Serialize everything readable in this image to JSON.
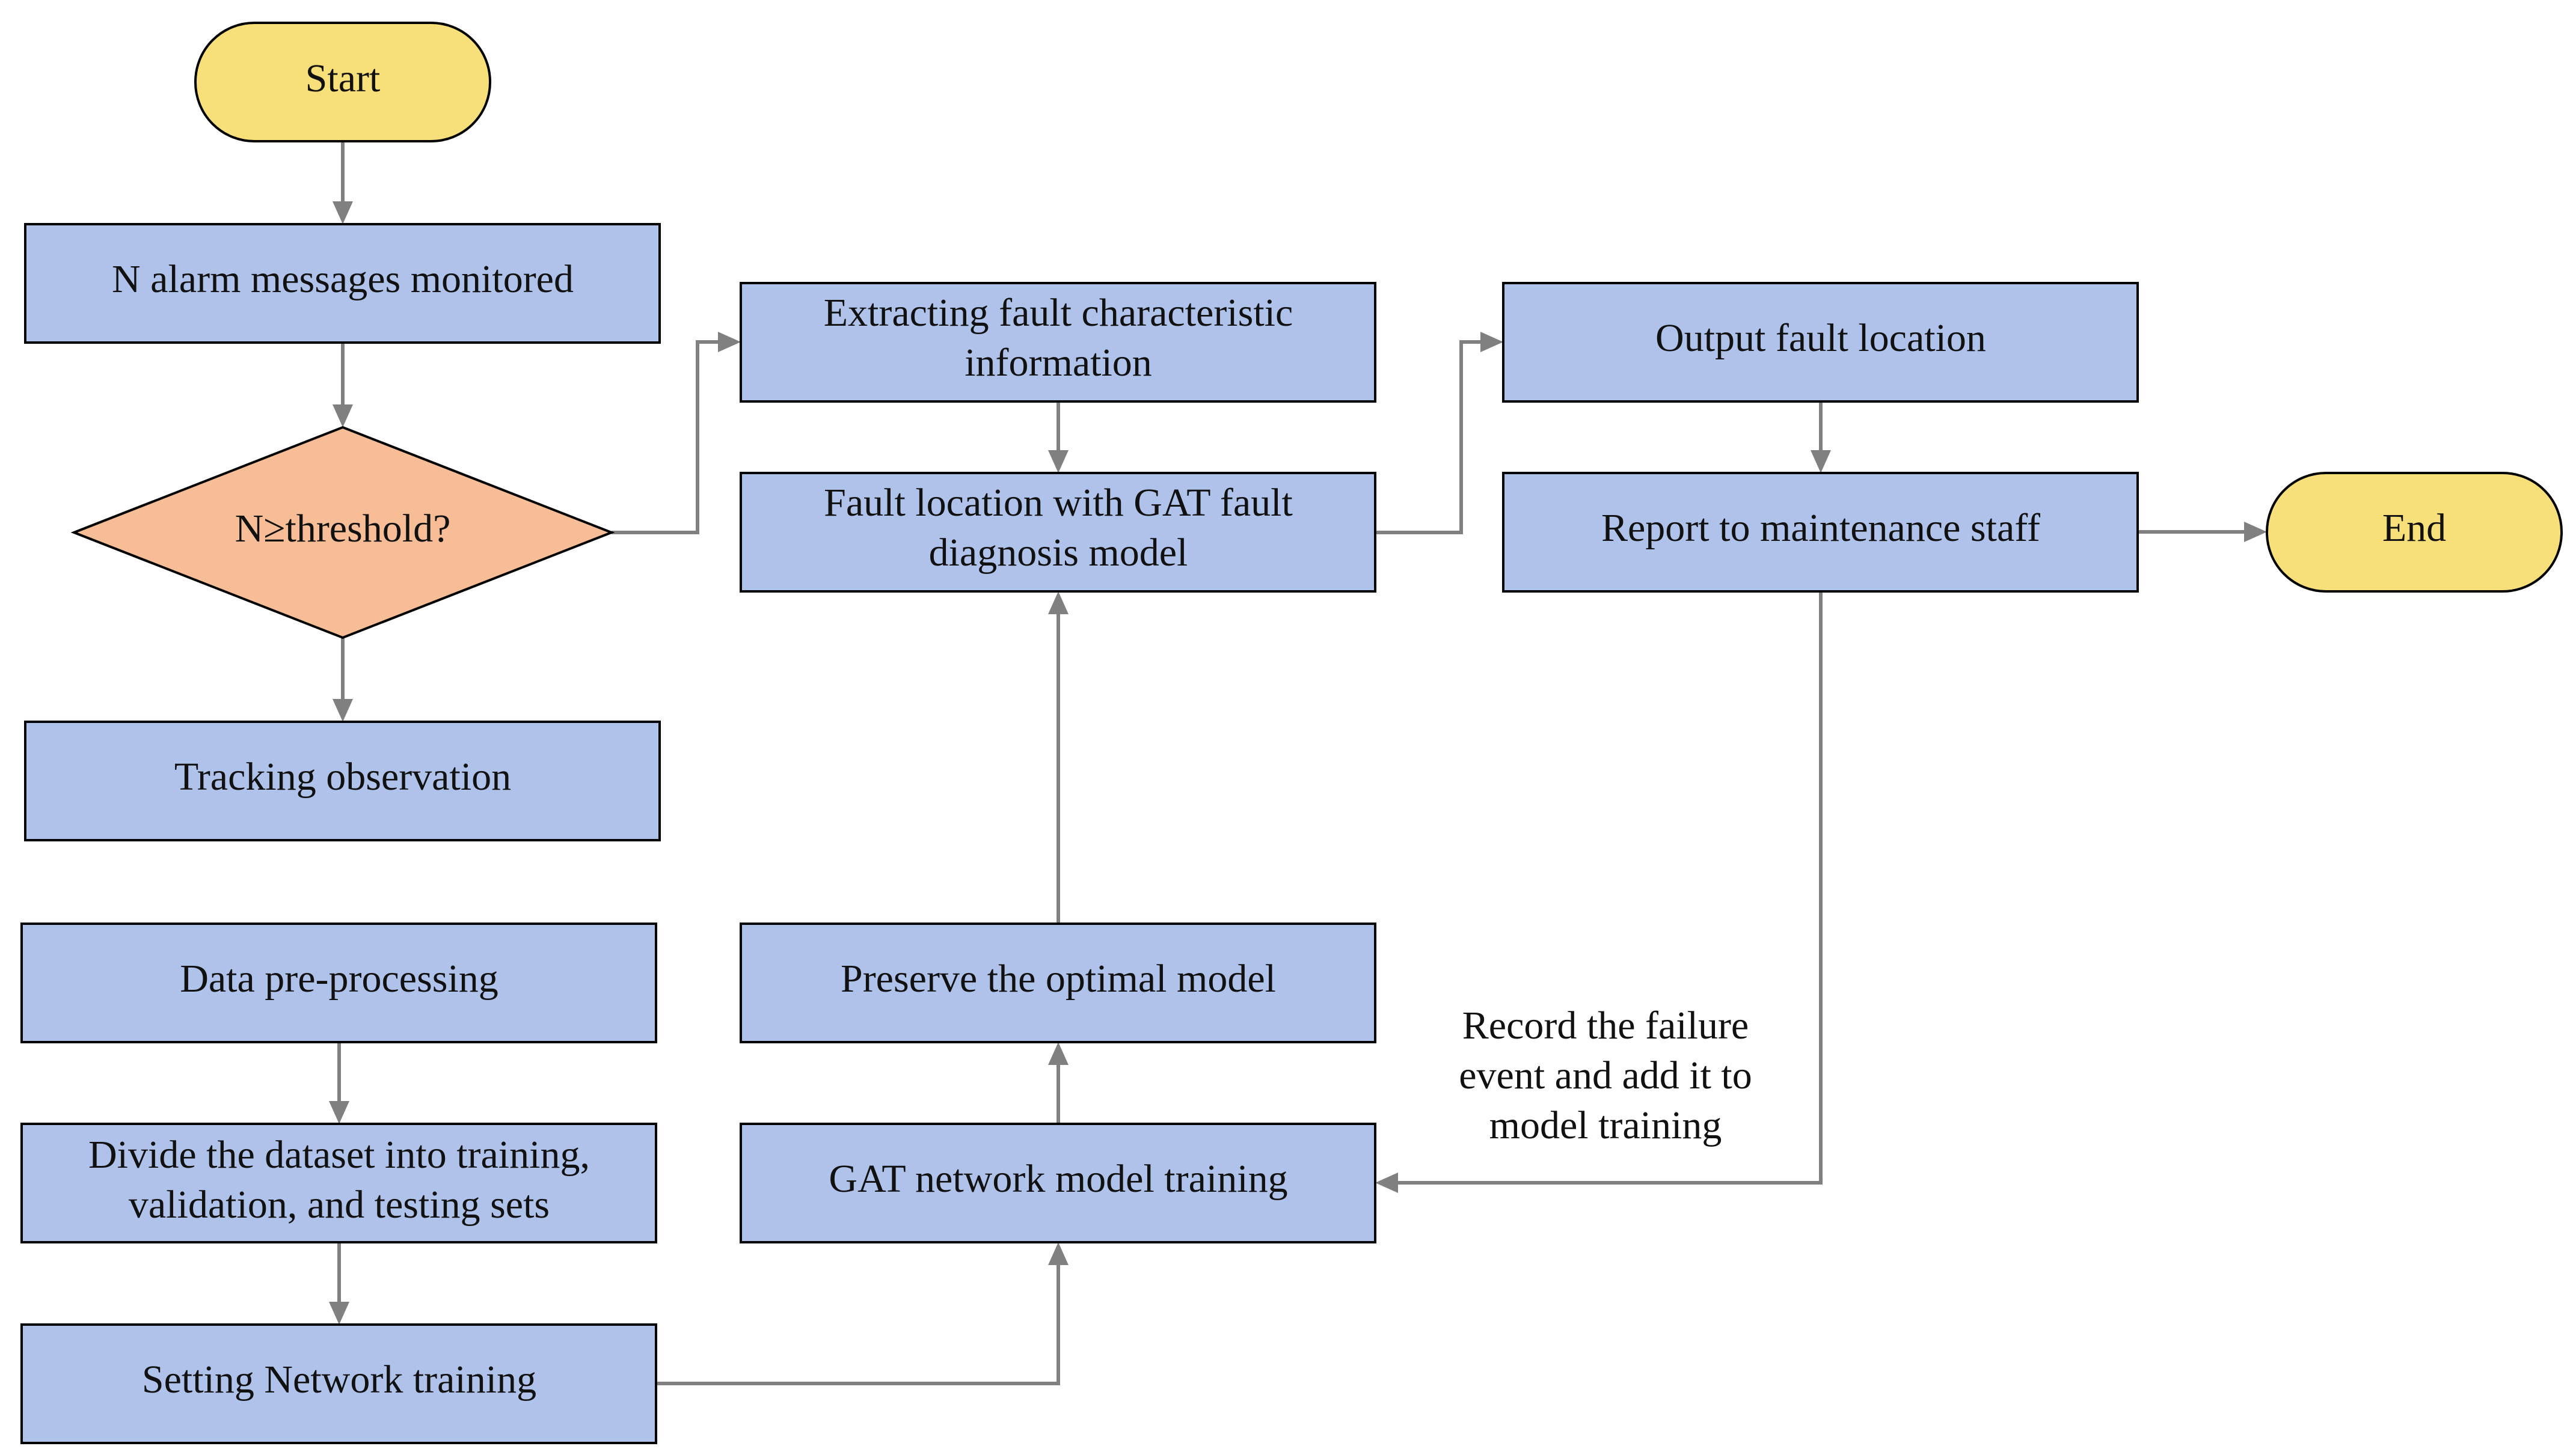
{
  "nodes": {
    "start": "Start",
    "monitor": "N alarm messages monitored",
    "decision": "N≥threshold?",
    "tracking": "Tracking observation",
    "preprocess": "Data pre-processing",
    "divide": [
      "Divide the dataset into training,",
      "validation, and testing sets"
    ],
    "setting": "Setting Network training",
    "extract": [
      "Extracting fault characteristic",
      "information"
    ],
    "faultloc": [
      "Fault location with GAT fault",
      "diagnosis model"
    ],
    "preserve": "Preserve the optimal model",
    "gattrain": "GAT network model training",
    "output": "Output fault location",
    "report": "Report to maintenance staff",
    "end": "End"
  },
  "annotation": [
    "Record the failure",
    "event and add it to",
    "model training"
  ],
  "colors": {
    "process": "#afc2ea",
    "terminal": "#f7df7a",
    "decision": "#f6bd97",
    "connector": "#808080",
    "outline": "#000000"
  }
}
